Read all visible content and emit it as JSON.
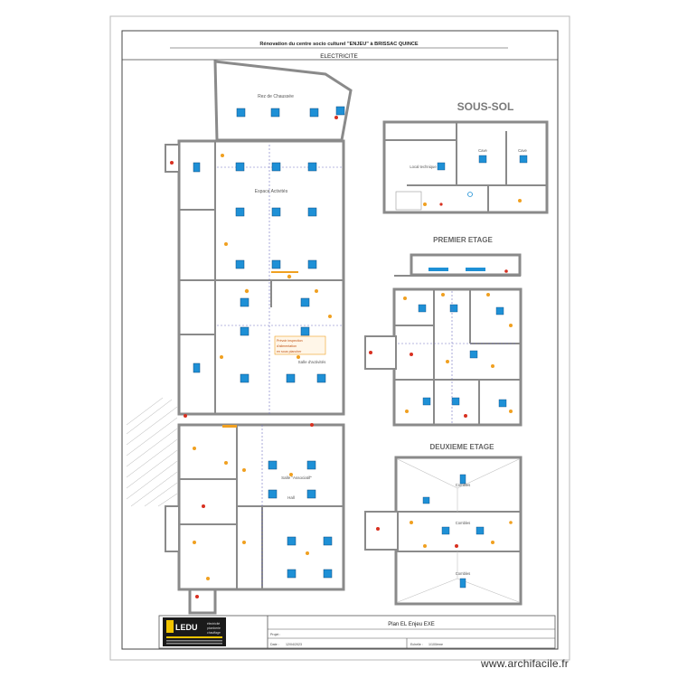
{
  "header": {
    "project_title": "Rénovation du centre socio culturel \"ENJEU\" à BRISSAC QUINCE",
    "subtitle": "ELECTRICITE"
  },
  "plans": {
    "ground": {
      "labels": [
        "Rez de Chaussée",
        "Espace Activités",
        "Salle d'activités",
        "Salle \"Associatif\"",
        "Hall"
      ],
      "annotation": [
        "Prévoir inspection",
        "d'alimentation",
        "en sous plancher"
      ]
    },
    "basement": {
      "title": "SOUS-SOL",
      "labels": [
        "Local technique",
        "Cave",
        "Cave"
      ]
    },
    "first_floor": {
      "title": "PREMIER ETAGE"
    },
    "second_floor": {
      "title": "DEUXIEME ETAGE",
      "labels": [
        "Combles",
        "Combles",
        "Combles"
      ]
    }
  },
  "title_block": {
    "company": "LEDU",
    "company_tagline": [
      "électricité",
      "plomberie",
      "chauffage"
    ],
    "plan_name": "Plan EL Enjeu EXE",
    "field_left": "Projet :",
    "field_date": "Date :",
    "field_date_value": "12/04/2023",
    "field_scale": "Echelle :",
    "field_scale_value": "1/100ème"
  },
  "watermark": "www.archifacile.fr",
  "colors": {
    "wall": "#8a8a8a",
    "light_box": "#1e90d6",
    "electrical_orange": "#f0a020",
    "electrical_red": "#d83020",
    "plan_line": "#555555",
    "logo_bg": "#1a1a1a",
    "logo_accent": "#f2c400"
  }
}
